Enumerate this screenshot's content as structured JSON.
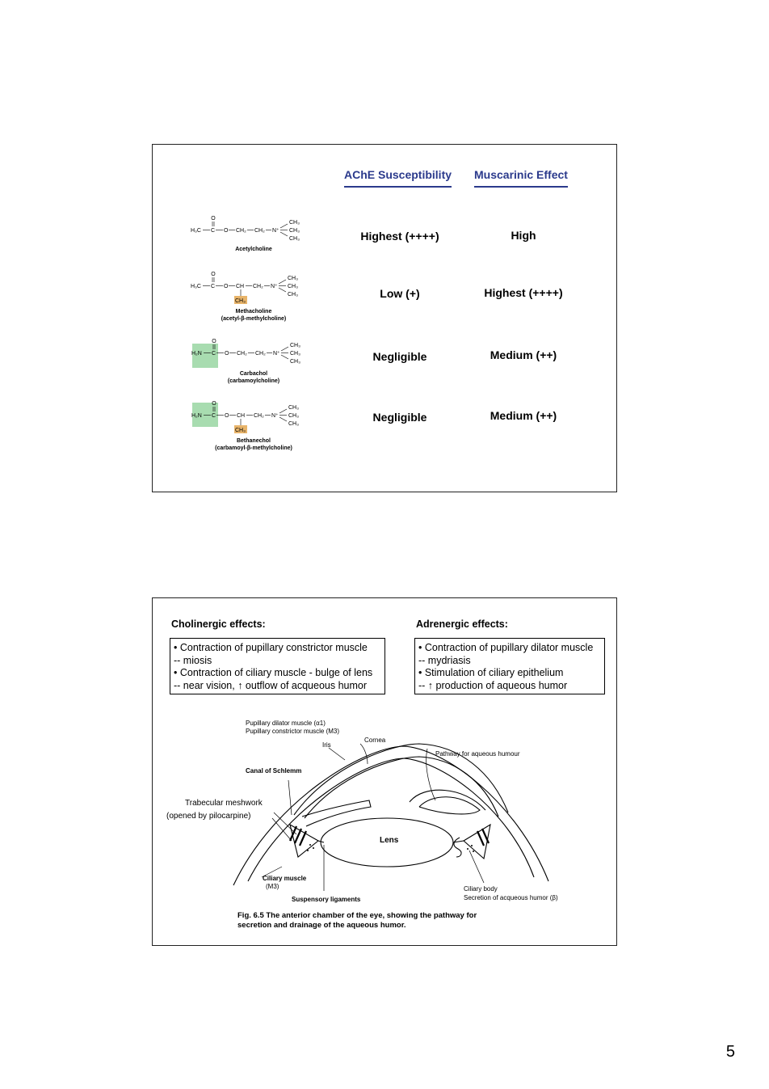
{
  "slide1": {
    "headers": {
      "ache": "AChE Susceptibility",
      "muscarinic": "Muscarinic Effect"
    },
    "rows": [
      {
        "name": "Acetylcholine",
        "subname": "",
        "ache": "Highest (++++)",
        "muscarinic": "High"
      },
      {
        "name": "Methacholine",
        "subname": "(acetyl-β-methylcholine)",
        "ache": "Low (+)",
        "muscarinic": "Highest (++++)"
      },
      {
        "name": "Carbachol",
        "subname": "(carbamoylcholine)",
        "ache": "Negligible",
        "muscarinic": "Medium (++)"
      },
      {
        "name": "Bethanechol",
        "subname": "(carbamoyl-β-methylcholine)",
        "ache": "Negligible",
        "muscarinic": "Medium (++)"
      }
    ],
    "chem": {
      "o": "O",
      "h3c": "H₃C",
      "h2n": "H₂N",
      "c": "C",
      "ch": "CH",
      "ch2": "CH₂",
      "ch3": "CH₃",
      "n": "N⁺",
      "o_link": "O"
    },
    "colors": {
      "header": "#2b3a8c",
      "methyl_highlight": "#e8b46a",
      "carbamoyl_highlight": "#a8dcb0"
    }
  },
  "slide2": {
    "cholinergic": {
      "title": "Cholinergic effects:",
      "lines": [
        "• Contraction of pupillary constrictor muscle",
        "-- miosis",
        "• Contraction of ciliary muscle - bulge of lens",
        "-- near vision, ↑ outflow of acqueous humor"
      ]
    },
    "adrenergic": {
      "title": "Adrenergic effects:",
      "lines": [
        "• Contraction of pupillary dilator muscle",
        "-- mydriasis",
        "• Stimulation of ciliary epithelium",
        "-- ↑ production of aqueous humor"
      ]
    },
    "diagram": {
      "dilator": "Pupillary dilator muscle (α1)",
      "constrictor": "Pupillary constrictor muscle (M3)",
      "iris": "Iris",
      "cornea": "Cornea",
      "pathway": "Pathway for aqueous humour",
      "schlemm": "Canal of Schlemm",
      "trabecular": "Trabecular meshwork",
      "trabecular2": "(opened by pilocarpine)",
      "lens": "Lens",
      "ciliary_muscle": "Ciliary muscle",
      "ciliary_muscle2": "(M3)",
      "suspensory": "Suspensory ligaments",
      "ciliary_body": "Ciliary body",
      "secretion": "Secretion of acqueous humor (β)",
      "caption1": "Fig. 6.5   The anterior chamber of the eye, showing the pathway for",
      "caption2": "secretion and drainage of the aqueous humor."
    }
  },
  "page_number": "5"
}
